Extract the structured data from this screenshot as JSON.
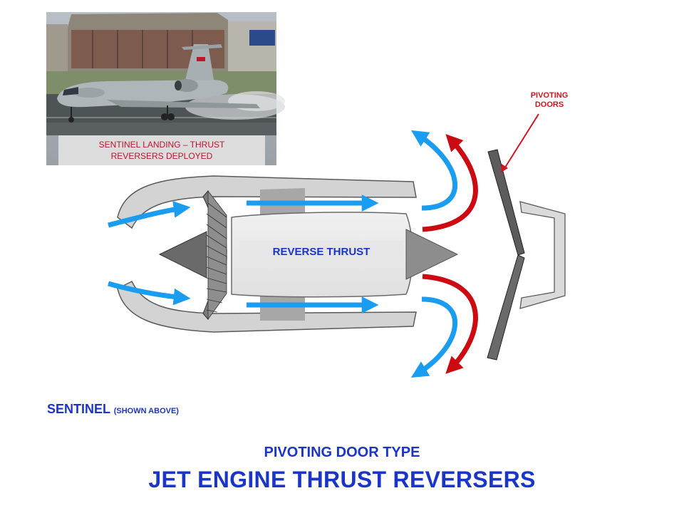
{
  "photo": {
    "caption_line1": "SENTINEL  LANDING – THRUST",
    "caption_line2": "REVERSERS DEPLOYED"
  },
  "labels": {
    "pivoting_line1": "PIVOTING",
    "pivoting_line2": "DOORS",
    "reverse_thrust": "REVERSE THRUST"
  },
  "footer": {
    "sentinel": "SENTINEL",
    "sentinel_note": "(SHOWN ABOVE)",
    "type_line": "PIVOTING DOOR TYPE",
    "title": "JET ENGINE THRUST REVERSERS"
  },
  "colors": {
    "blue_arrow": "#1a9df0",
    "red_arrow": "#cc0a12",
    "title_blue": "#1a35c8",
    "label_red": "#d4141e",
    "nacelle_gray": "#d3d3d3"
  }
}
